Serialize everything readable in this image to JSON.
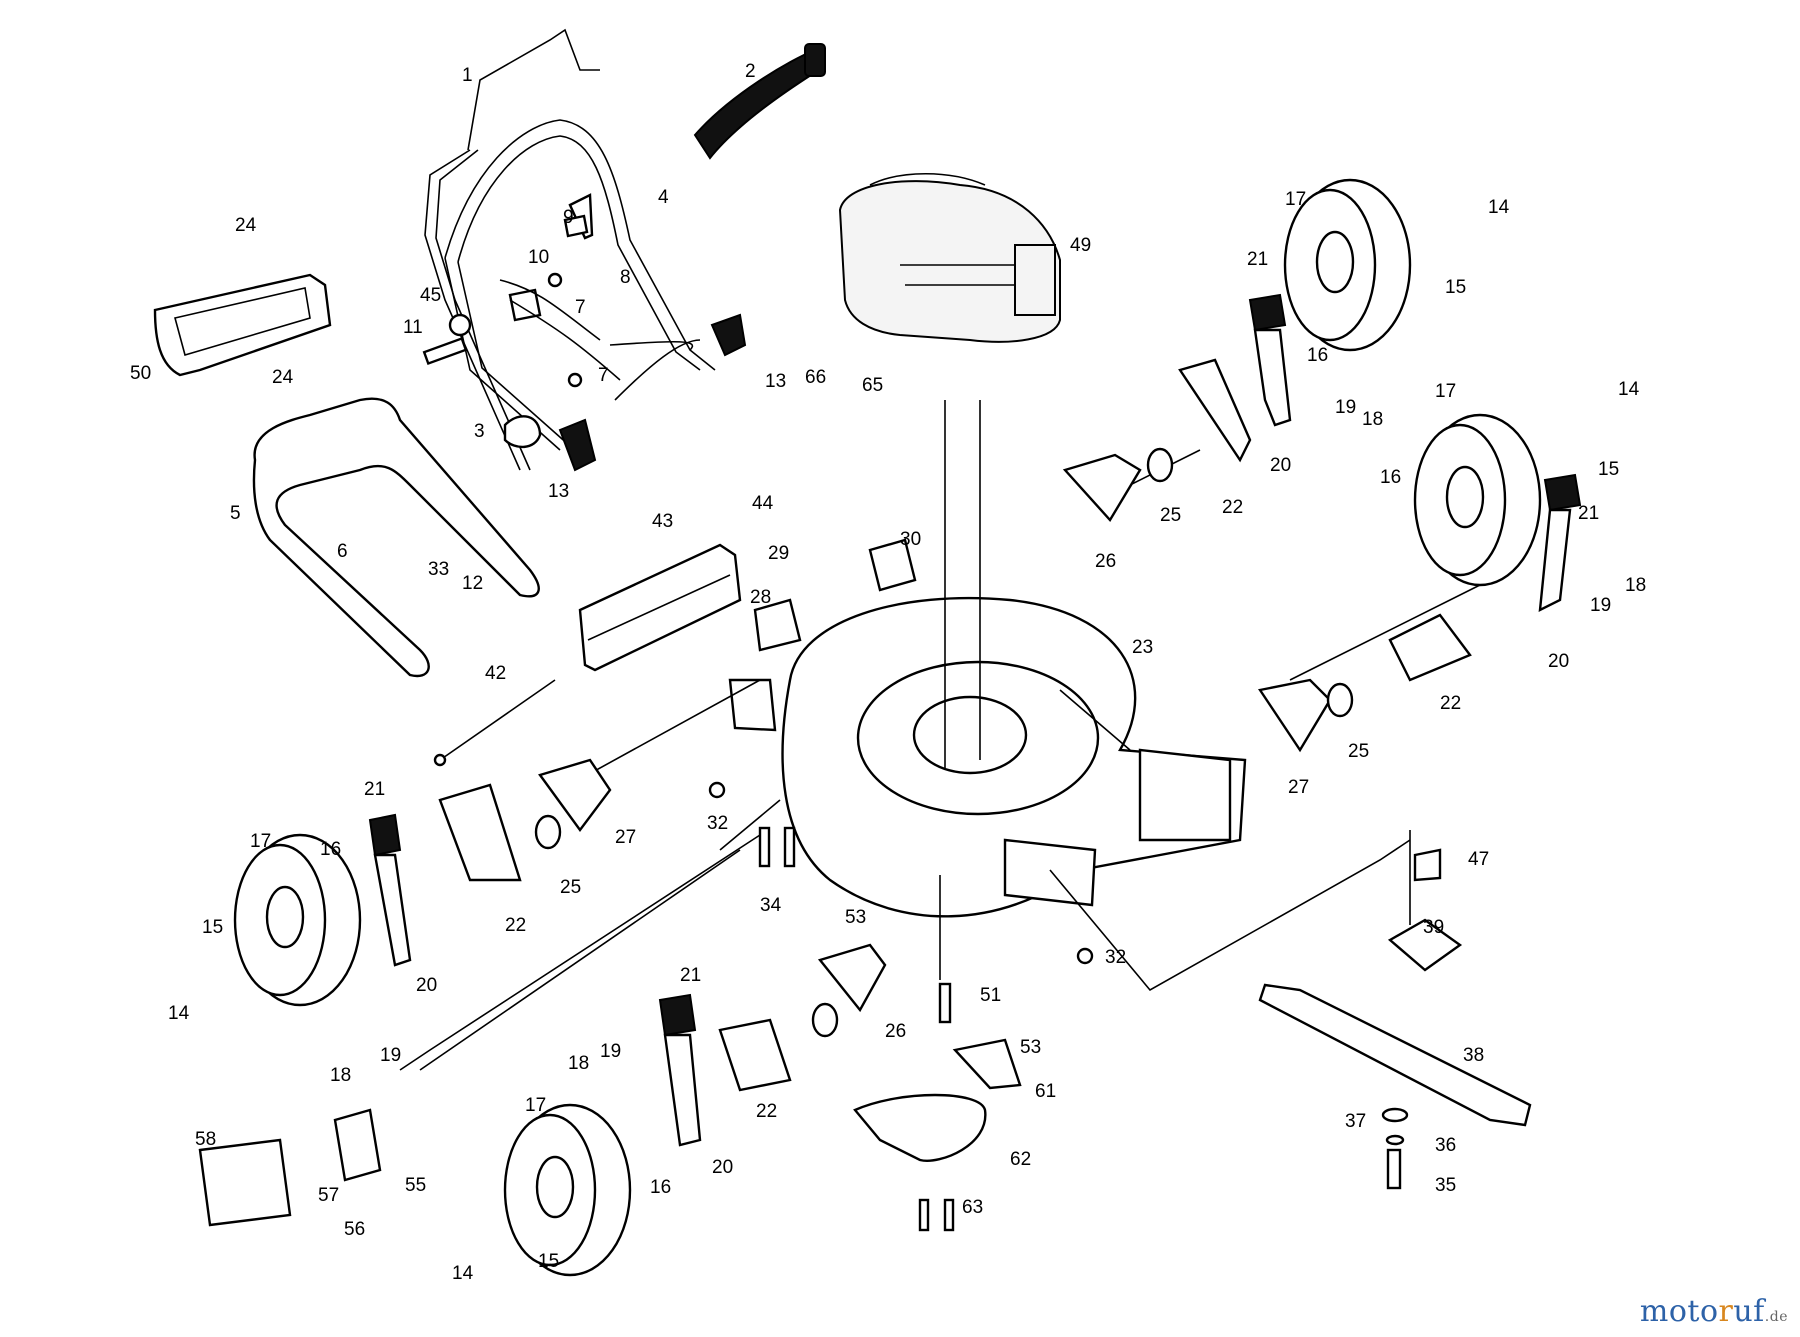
{
  "diagram": {
    "labels": [
      {
        "id": "1",
        "text": "1"
      },
      {
        "id": "2",
        "text": "2"
      },
      {
        "id": "4",
        "text": "4"
      },
      {
        "id": "9",
        "text": "9"
      },
      {
        "id": "8",
        "text": "8"
      },
      {
        "id": "10",
        "text": "10"
      },
      {
        "id": "7a",
        "text": "7"
      },
      {
        "id": "45",
        "text": "45"
      },
      {
        "id": "11",
        "text": "11"
      },
      {
        "id": "13a",
        "text": "13"
      },
      {
        "id": "7b",
        "text": "7"
      },
      {
        "id": "3",
        "text": "3"
      },
      {
        "id": "13b",
        "text": "13"
      },
      {
        "id": "24a",
        "text": "24"
      },
      {
        "id": "50",
        "text": "50"
      },
      {
        "id": "24b",
        "text": "24"
      },
      {
        "id": "5",
        "text": "5"
      },
      {
        "id": "6",
        "text": "6"
      },
      {
        "id": "33",
        "text": "33"
      },
      {
        "id": "12",
        "text": "12"
      },
      {
        "id": "42",
        "text": "42"
      },
      {
        "id": "43",
        "text": "43"
      },
      {
        "id": "44",
        "text": "44"
      },
      {
        "id": "29",
        "text": "29"
      },
      {
        "id": "28",
        "text": "28"
      },
      {
        "id": "30",
        "text": "30"
      },
      {
        "id": "23",
        "text": "23"
      },
      {
        "id": "49",
        "text": "49"
      },
      {
        "id": "66",
        "text": "66"
      },
      {
        "id": "65",
        "text": "65"
      },
      {
        "id": "17a",
        "text": "17"
      },
      {
        "id": "14a",
        "text": "14"
      },
      {
        "id": "21a",
        "text": "21"
      },
      {
        "id": "15a",
        "text": "15"
      },
      {
        "id": "16a",
        "text": "16"
      },
      {
        "id": "18a",
        "text": "18"
      },
      {
        "id": "19a",
        "text": "19"
      },
      {
        "id": "20a",
        "text": "20"
      },
      {
        "id": "25a",
        "text": "25"
      },
      {
        "id": "22a",
        "text": "22"
      },
      {
        "id": "26a",
        "text": "26"
      },
      {
        "id": "17b",
        "text": "17"
      },
      {
        "id": "14b",
        "text": "14"
      },
      {
        "id": "15b",
        "text": "15"
      },
      {
        "id": "16b",
        "text": "16"
      },
      {
        "id": "21b",
        "text": "21"
      },
      {
        "id": "18b",
        "text": "18"
      },
      {
        "id": "19b",
        "text": "19"
      },
      {
        "id": "20b",
        "text": "20"
      },
      {
        "id": "22b",
        "text": "22"
      },
      {
        "id": "25b",
        "text": "25"
      },
      {
        "id": "27a",
        "text": "27"
      },
      {
        "id": "32a",
        "text": "32"
      },
      {
        "id": "27b",
        "text": "27"
      },
      {
        "id": "21c",
        "text": "21"
      },
      {
        "id": "17c",
        "text": "17"
      },
      {
        "id": "16c",
        "text": "16"
      },
      {
        "id": "25c",
        "text": "25"
      },
      {
        "id": "22c",
        "text": "22"
      },
      {
        "id": "15c",
        "text": "15"
      },
      {
        "id": "20c",
        "text": "20"
      },
      {
        "id": "14c",
        "text": "14"
      },
      {
        "id": "19c",
        "text": "19"
      },
      {
        "id": "18c",
        "text": "18"
      },
      {
        "id": "34",
        "text": "34"
      },
      {
        "id": "53a",
        "text": "53"
      },
      {
        "id": "47",
        "text": "47"
      },
      {
        "id": "39",
        "text": "39"
      },
      {
        "id": "32b",
        "text": "32"
      },
      {
        "id": "51",
        "text": "51"
      },
      {
        "id": "26b",
        "text": "26"
      },
      {
        "id": "53b",
        "text": "53"
      },
      {
        "id": "21d",
        "text": "21"
      },
      {
        "id": "38",
        "text": "38"
      },
      {
        "id": "61",
        "text": "61"
      },
      {
        "id": "18d",
        "text": "18"
      },
      {
        "id": "19d",
        "text": "19"
      },
      {
        "id": "22d",
        "text": "22"
      },
      {
        "id": "17d",
        "text": "17"
      },
      {
        "id": "62",
        "text": "62"
      },
      {
        "id": "58",
        "text": "58"
      },
      {
        "id": "55",
        "text": "55"
      },
      {
        "id": "57",
        "text": "57"
      },
      {
        "id": "16d",
        "text": "16"
      },
      {
        "id": "20d",
        "text": "20"
      },
      {
        "id": "37",
        "text": "37"
      },
      {
        "id": "36",
        "text": "36"
      },
      {
        "id": "63",
        "text": "63"
      },
      {
        "id": "35",
        "text": "35"
      },
      {
        "id": "56",
        "text": "56"
      },
      {
        "id": "14d",
        "text": "14"
      },
      {
        "id": "15d",
        "text": "15"
      }
    ]
  },
  "watermark": {
    "part1": "moto",
    "part2": "r",
    "part3": "uf",
    "suffix": ".de"
  }
}
